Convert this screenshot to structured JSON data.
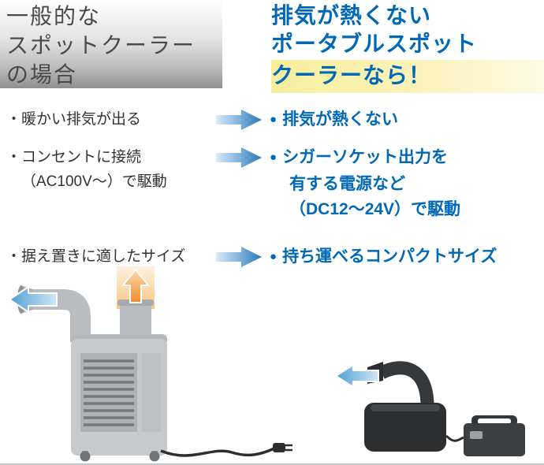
{
  "header": {
    "left": {
      "lines": [
        "一般的な",
        "スポットクーラー",
        "の場合"
      ]
    },
    "right": {
      "lines": [
        "排気が熱くない",
        "ポータブルスポット",
        "クーラーなら！"
      ]
    }
  },
  "ui": {
    "bullet": "●"
  },
  "points": [
    {
      "left": [
        "・暖かい排気が出る"
      ],
      "right": [
        "排気が熱くない"
      ]
    },
    {
      "left": [
        "・コンセントに接続",
        "（AC100V〜）で駆動"
      ],
      "right": [
        "シガーソケット出力を",
        "有する電源など",
        "（DC12〜24V）で駆動"
      ]
    },
    {
      "left": [
        "・据え置きに適したサイズ"
      ],
      "right": [
        "持ち運べるコンパクトサイズ"
      ]
    }
  ],
  "colors": {
    "accent_blue": "#0068b7",
    "highlight_yellow": "#f6ee9c",
    "header_gradient_gray": "#8f8f8f",
    "transition_arrow_light": "#d9ebf9",
    "transition_arrow_dark": "#2a79bd",
    "cool_air_blue": "#4f9fd4",
    "hot_exhaust_orange": "#f08c2e",
    "cooler_body_gray": "#c7cacc",
    "portable_body_dark": "#2c2e30"
  },
  "icons": {
    "transition_arrow": "right-arrow",
    "hot_exhaust_arrow": "up-arrow",
    "cool_air_arrow": "left-arrow"
  }
}
